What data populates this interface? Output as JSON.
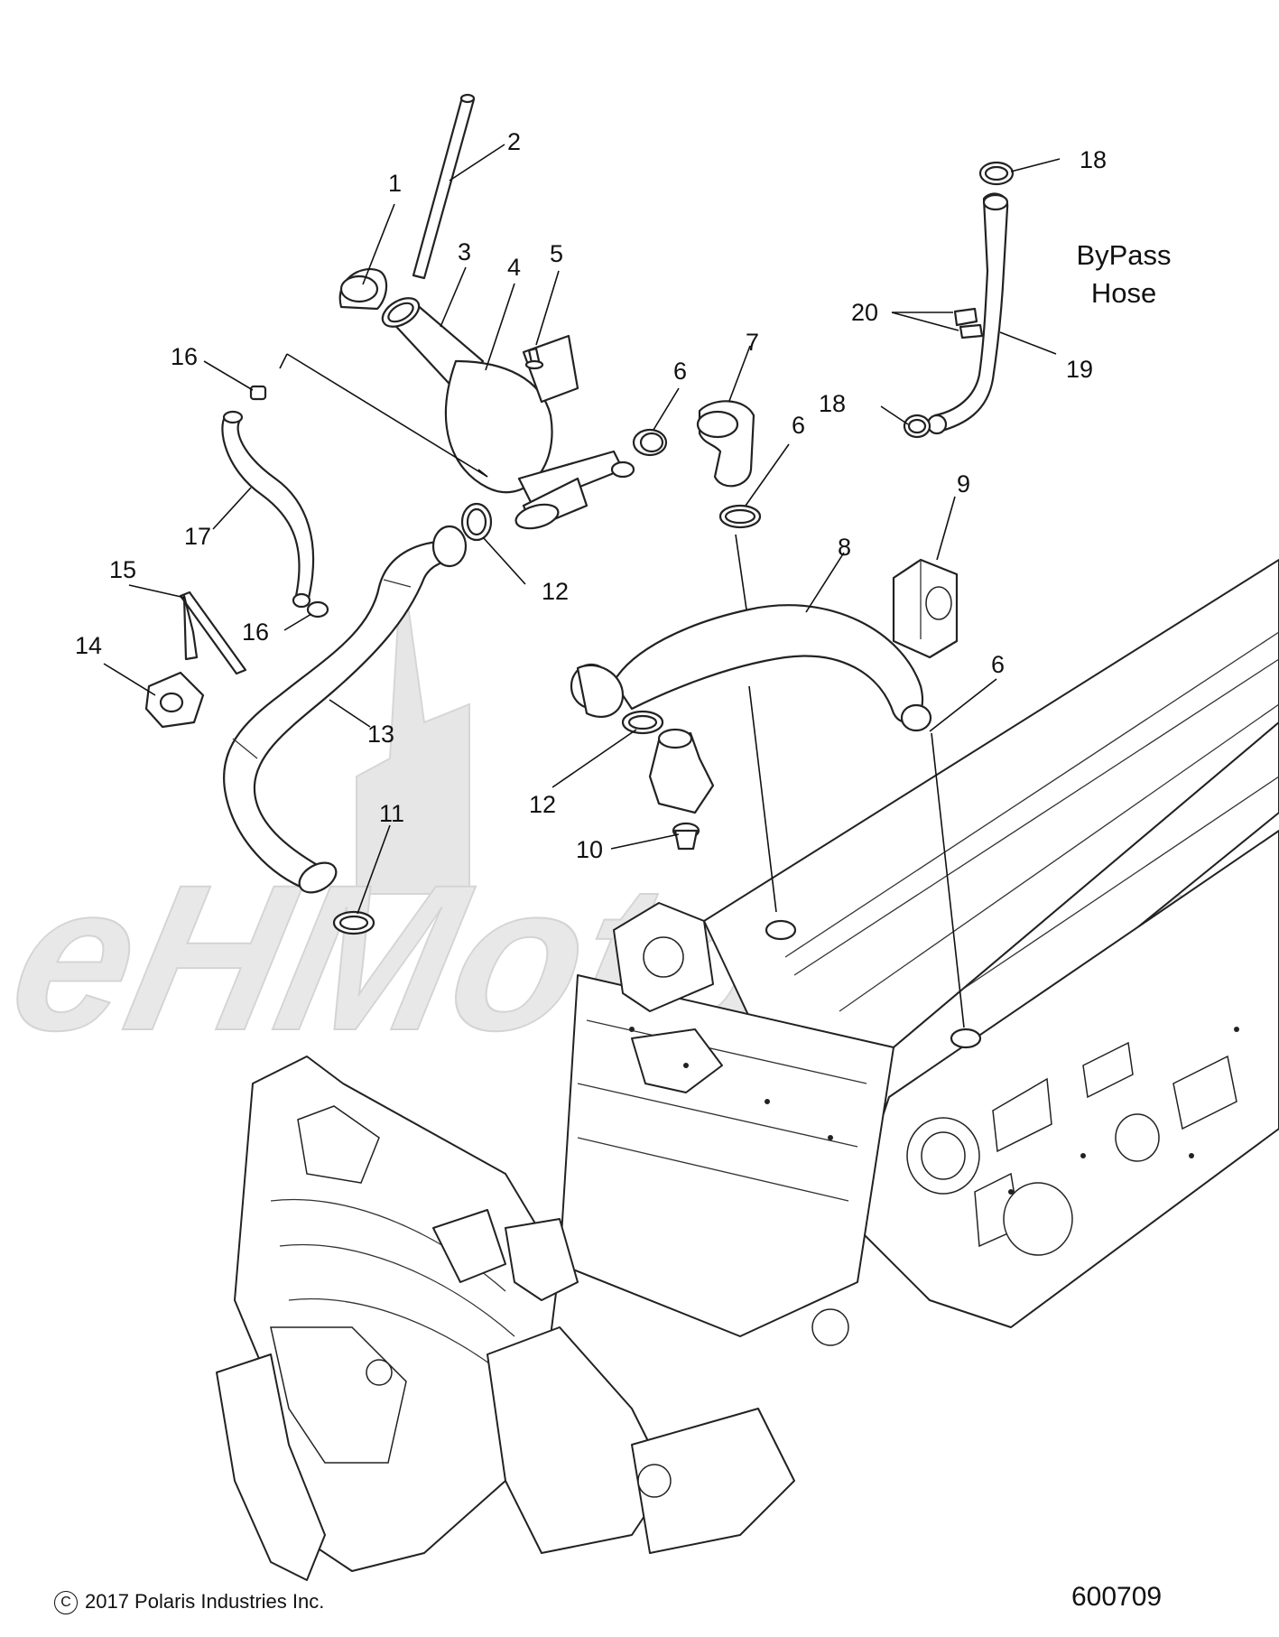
{
  "callouts": [
    {
      "id": "1",
      "label": "1"
    },
    {
      "id": "2",
      "label": "2"
    },
    {
      "id": "3",
      "label": "3"
    },
    {
      "id": "4",
      "label": "4"
    },
    {
      "id": "5",
      "label": "5"
    },
    {
      "id": "6a",
      "label": "6"
    },
    {
      "id": "6b",
      "label": "6"
    },
    {
      "id": "6c",
      "label": "6"
    },
    {
      "id": "7",
      "label": "7"
    },
    {
      "id": "8",
      "label": "8"
    },
    {
      "id": "9",
      "label": "9"
    },
    {
      "id": "10",
      "label": "10"
    },
    {
      "id": "11",
      "label": "11"
    },
    {
      "id": "12a",
      "label": "12"
    },
    {
      "id": "12b",
      "label": "12"
    },
    {
      "id": "13",
      "label": "13"
    },
    {
      "id": "14",
      "label": "14"
    },
    {
      "id": "15",
      "label": "15"
    },
    {
      "id": "16a",
      "label": "16"
    },
    {
      "id": "16b",
      "label": "16"
    },
    {
      "id": "17",
      "label": "17"
    },
    {
      "id": "18a",
      "label": "18"
    },
    {
      "id": "18b",
      "label": "18"
    },
    {
      "id": "19",
      "label": "19"
    },
    {
      "id": "20",
      "label": "20"
    }
  ],
  "annotation": {
    "line1": "ByPass",
    "line2": "Hose"
  },
  "copyright": {
    "symbol": "C",
    "text": "2017 Polaris Industries Inc."
  },
  "figure_number": "600709",
  "watermark": {
    "text": "AeHMoto"
  }
}
